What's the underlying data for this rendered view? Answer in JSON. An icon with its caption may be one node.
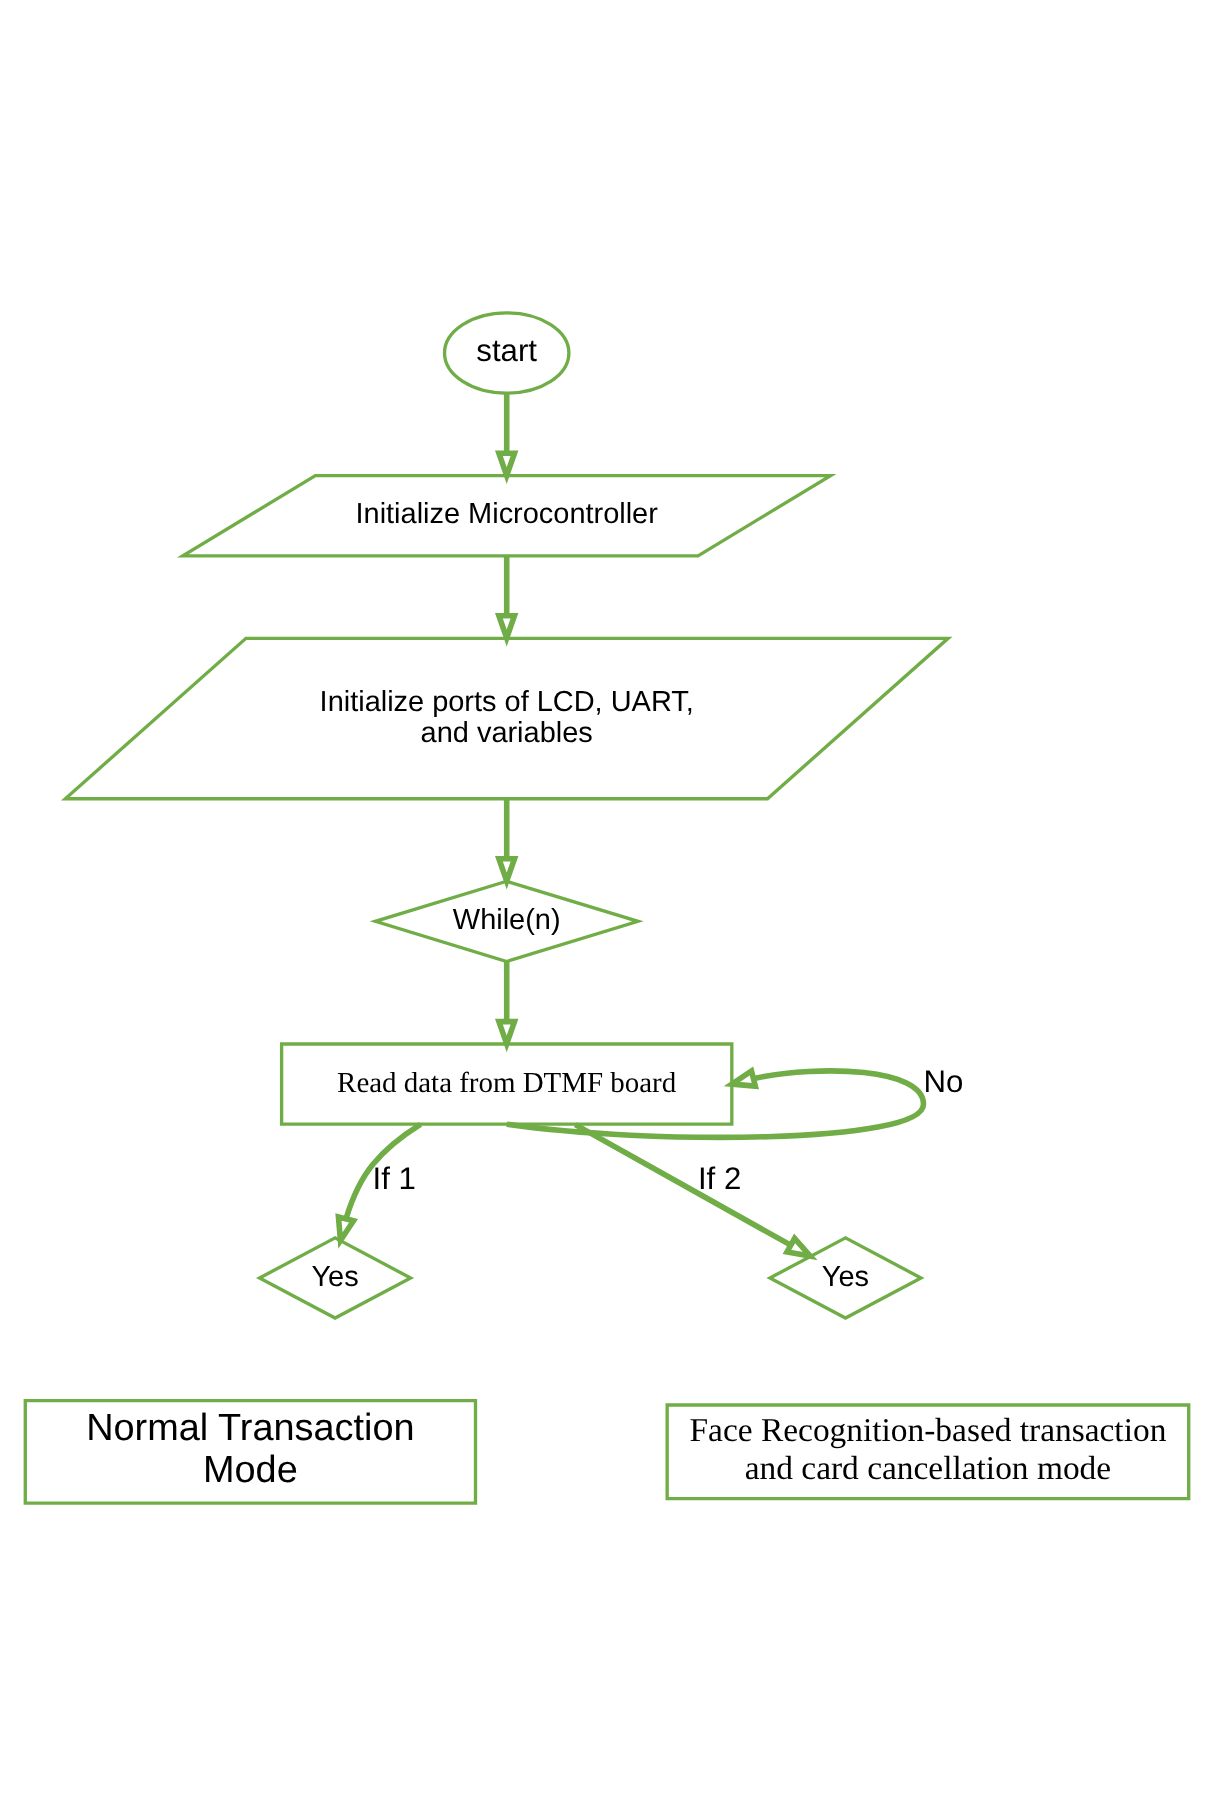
{
  "diagram": {
    "nodes": [
      {
        "text": [
          "start"
        ]
      },
      {
        "text": [
          "Initialize Microcontroller"
        ]
      },
      {
        "text": [
          "Initialize ports of LCD, UART, and variables"
        ]
      },
      {
        "text": [
          "While(n)"
        ]
      },
      {
        "text": [
          "Read data from DTMF board"
        ]
      },
      {
        "text": [
          "Yes"
        ]
      },
      {
        "text": [
          "Yes"
        ]
      },
      {
        "text": [
          "Normal Transaction Mode"
        ]
      },
      {
        "text": [
          "Face Recognition-based transaction and card cancellation mode"
        ]
      }
    ],
    "edges": [
      {
        "from": 0,
        "to": 1,
        "arrow": "to"
      },
      {
        "from": 1,
        "to": 2,
        "arrow": "to"
      },
      {
        "from": 2,
        "to": 3,
        "arrow": "to"
      },
      {
        "from": 3,
        "to": 4,
        "arrow": "to"
      },
      {
        "from": 4,
        "to": 4,
        "arrow": "to",
        "label": "No"
      },
      {
        "from": 4,
        "to": 5,
        "arrow": "to",
        "label": "If 1"
      },
      {
        "from": 4,
        "to": 6,
        "arrow": "to",
        "label": "If 2"
      }
    ]
  }
}
